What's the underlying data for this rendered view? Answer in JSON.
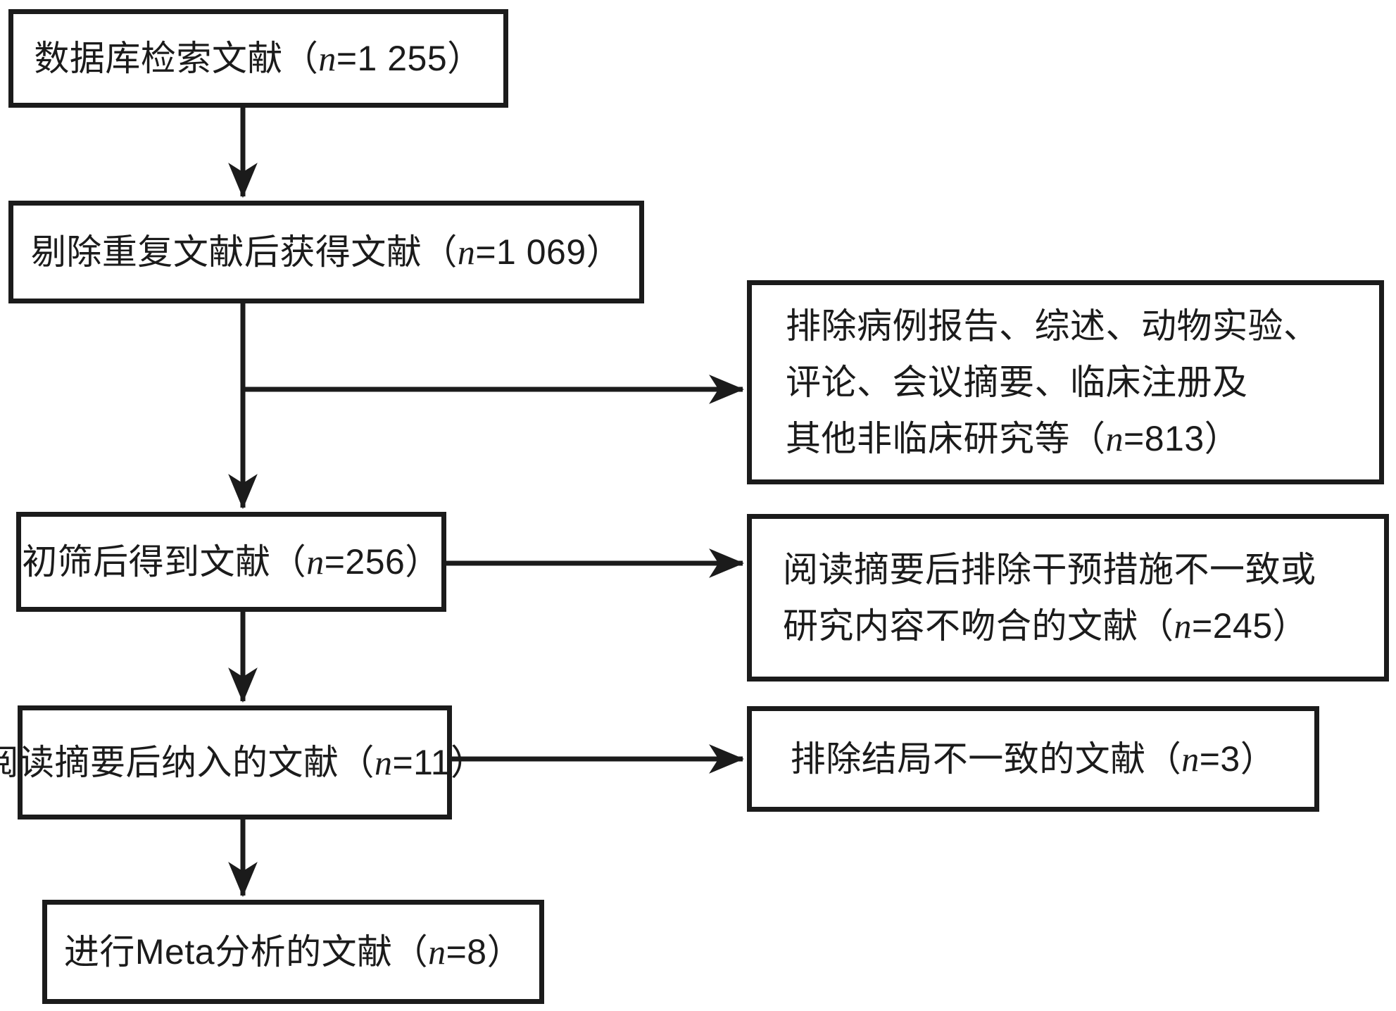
{
  "colors": {
    "ink": "#1b1b1b",
    "background": "#ffffff"
  },
  "boxes": {
    "search": {
      "before": "数据库检索文献（",
      "n": "n",
      "after": "=1 255）"
    },
    "dedup": {
      "before": "剔除重复文献后获得文献（",
      "n": "n",
      "after": "=1 069）"
    },
    "initial_screen": {
      "before": "初筛后得到文献（",
      "n": "n",
      "after": "=256）"
    },
    "abstract_included": {
      "before": "阅读摘要后纳入的文献（",
      "n": "n",
      "after": "=11）"
    },
    "meta_analysis": {
      "before": "进行Meta分析的文献（",
      "n": "n",
      "after": "=8）"
    },
    "excluded_types": {
      "line1": "排除病例报告、综述、动物实验、",
      "line2": "评论、会议摘要、临床注册及",
      "line3_before": "其他非临床研究等（",
      "n": "n",
      "line3_after": "=813）"
    },
    "excluded_abstract": {
      "line1": "阅读摘要后排除干预措施不一致或",
      "line2_before": "研究内容不吻合的文献（",
      "n": "n",
      "line2_after": "=245）"
    },
    "excluded_outcome": {
      "before": "排除结局不一致的文献（",
      "n": "n",
      "after": "=3）"
    }
  }
}
